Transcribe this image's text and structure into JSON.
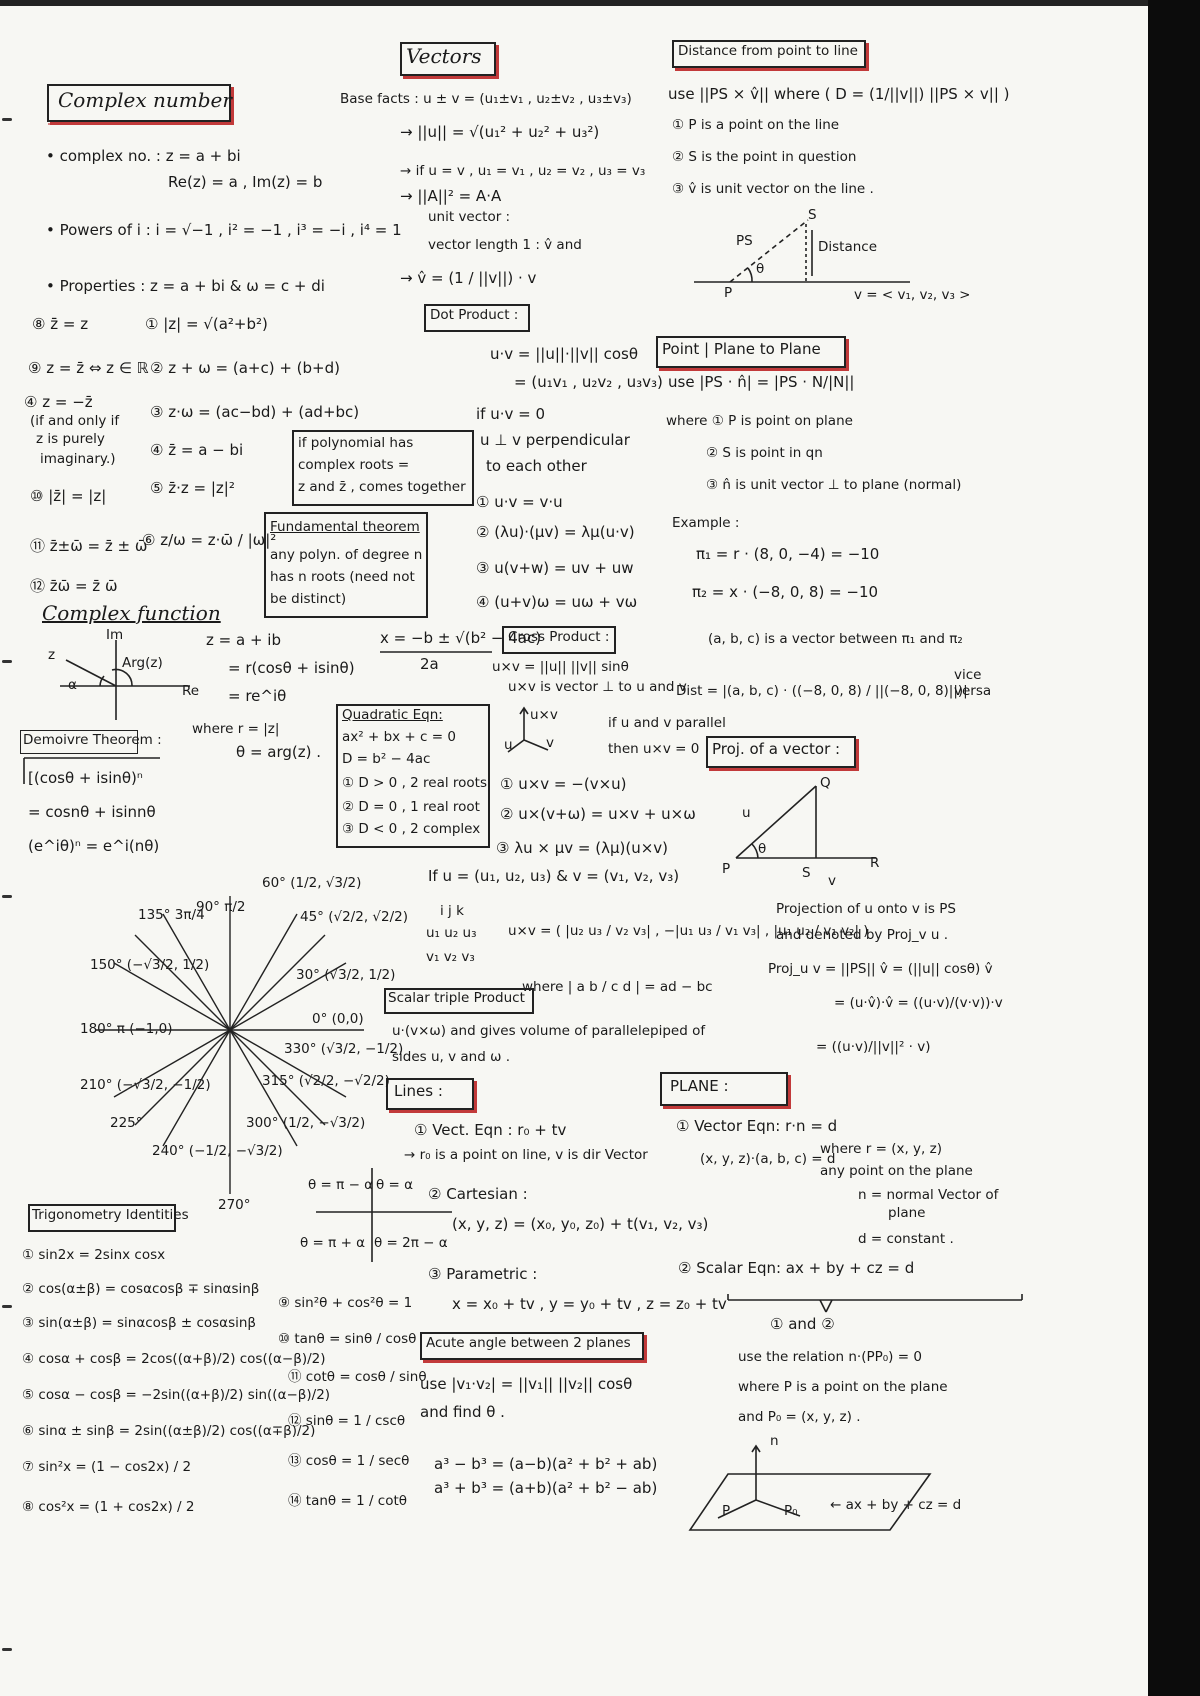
{
  "headings": {
    "complex": "Complex number",
    "vectors": "Vectors",
    "distance_line": "Distance from point to line",
    "dot": "Dot Product :",
    "point_plane": "Point | Plane to Plane",
    "complex_fn": "Complex function",
    "demoivre": "Demoivre Theorem :",
    "cross": "Cross Product :",
    "proj": "Proj. of a vector :",
    "quad": "Quadratic Eqn:",
    "fund": "Fundamental theorem",
    "scalar_triple": "Scalar triple Product",
    "lines": "Lines :",
    "plane": "PLANE :",
    "trig": "Trigonometry Identities",
    "acute": "Acute angle between 2 planes"
  },
  "complex": {
    "l1": "• complex no. : z = a + bi",
    "l2": "Re(z) = a , Im(z) = b",
    "l3": "• Powers of i : i = √−1 , i² = −1 , i³ = −i , i⁴ = 1",
    "l4": "• Properties : z = a + bi & ω = c + di",
    "p8": "⑧ z̄̄ = z",
    "p1": "① |z| = √(a²+b²)",
    "p9": "⑨ z = z̄ ⇔ z ∈ ℝ",
    "p2": "② z + ω = (a+c) + (b+d)",
    "p3": "③ z·ω = (ac−bd) + (ad+bc)",
    "p4": "④ z̄ = a − bi",
    "p5": "⑤ z̄·z = |z|²",
    "p6": "⑥ z/ω = z·ω̄ / |ω|²",
    "p7a": "④ z = −z̄",
    "p7b": "(if and only if",
    "p7c": "z is purely",
    "p7d": "imaginary.)",
    "p10": "⑩ |z̄| = |z|",
    "p11": "⑪ z̄±ω̄ = z̄ ± ω̄",
    "p12": "⑫ z̄ω̄ = z̄ ω̄"
  },
  "poly_box": {
    "l1": "if polynomial has",
    "l2": "complex roots =",
    "l3": "z and z̄ , comes together"
  },
  "fund_box": {
    "l1": "any polyn. of degree n",
    "l2": "has n roots (need not",
    "l3": "be distinct)"
  },
  "complex_fn": {
    "im": "Im",
    "re": "Re",
    "z": "z",
    "arg": "Arg(z)",
    "alpha": "α",
    "l1": "z = a + ib",
    "l2": "= r(cosθ + isinθ)",
    "l3": "= re^iθ",
    "l4": "where r = |z|",
    "l5": "θ = arg(z) ."
  },
  "quad_formula": {
    "num": "x = −b ± √(b² − 4ac)",
    "den": "2a"
  },
  "quad_box": {
    "l1": "ax² + bx + c = 0",
    "l2": "D = b² − 4ac",
    "l3": "① D > 0 , 2 real roots",
    "l4": "② D = 0 , 1 real root",
    "l5": "③ D < 0 , 2 complex"
  },
  "demoivre": {
    "l1": "[(cosθ + isinθ)ⁿ",
    "l2": "= cosnθ + isinnθ",
    "l3": "(e^iθ)ⁿ = e^i(nθ)"
  },
  "vectors": {
    "l1": "Base facts : u ± v = (u₁±v₁ , u₂±v₂ , u₃±v₃)",
    "l2": "→ ||u|| = √(u₁² + u₂² + u₃²)",
    "l3": "→ if u = v , u₁ = v₁ , u₂ = v₂ , u₃ = v₃",
    "l4": "→ ||A||² = A·A",
    "l5": "unit vector :",
    "l6": "vector length 1 : v̂ and",
    "l7": "→ v̂ = (1 / ||v||) · v"
  },
  "dot": {
    "l1": "u·v = ||u||·||v|| cosθ",
    "l2": "= (u₁v₁ , u₂v₂ , u₃v₃)",
    "l3": "if u·v = 0",
    "l4": "u ⊥ v perpendicular",
    "l5": "to each other",
    "r1": "① u·v = v·u",
    "r2": "② (λu)·(μv) = λμ(u·v)",
    "r3": "③ u(v+w) = uv + uw",
    "r4": "④ (u+v)ω = uω + vω"
  },
  "cross": {
    "l1": "u×v = ||u|| ||v|| sinθ",
    "l2": "u×v is vector ⊥ to u and v",
    "axis_uv": "u×v",
    "axis_u": "u",
    "axis_v": "v",
    "l3": "if u and v parallel",
    "l4": "then u×v = 0",
    "r1": "① u×v = −(v×u)",
    "r2": "② u×(v+ω) = u×v + u×ω",
    "r3": "③ λu × μv = (λμ)(u×v)",
    "l5": "If u = (u₁, u₂, u₃) & v = (v₁, v₂, v₃)",
    "m1": "i   j   k",
    "m2": "u₁ u₂ u₃",
    "m3": "v₁ v₂ v₃",
    "l6": "u×v = ( |u₂ u₃ / v₂ v₃| , −|u₁ u₃ / v₁ v₃| , |u₁ u₂ / v₁ v₂| )",
    "l7": "where | a b / c d | = ad − bc"
  },
  "scalar_triple": {
    "l1": "u·(v×ω) and gives volume of parallelepiped of",
    "l2": "sides u, v and ω ."
  },
  "lines": {
    "l1": "① Vect. Eqn : r₀ + tv",
    "l2": "→ r₀ is a point on line, v is dir Vector",
    "l3": "② Cartesian :",
    "l4": "(x, y, z) = (x₀, y₀, z₀) + t(v₁, v₂, v₃)",
    "l5": "③ Parametric :",
    "l6": "x = x₀ + tv , y = y₀ + tv , z = z₀ + tv"
  },
  "acute": {
    "l1": "use |v₁·v₂| = ||v₁|| ||v₂|| cosθ",
    "l2": "and find θ ."
  },
  "cubes": {
    "l1": "a³ − b³ = (a−b)(a² + b² + ab)",
    "l2": "a³ + b³ = (a+b)(a² + b² − ab)"
  },
  "distance_line": {
    "l1": "use ||PS × v̂|| where ( D = (1/||v||) ||PS × v|| )",
    "l2": "① P is a point on the line",
    "l3": "② S is the point in question",
    "l4": "③ v̂ is unit vector on the line .",
    "ps": "PS",
    "dist": "Distance",
    "p": "P",
    "s": "S",
    "theta": "θ",
    "v": "v = < v₁, v₂, v₃ >"
  },
  "point_plane": {
    "l1": "use |PS · n̂| = |PS · N/|N||",
    "l2": "where ① P is point on plane",
    "l3": "② S is point in qn",
    "l4": "③ n̂ is unit vector ⊥ to plane (normal)",
    "ex": "Example :",
    "e1": "π₁ = r · (8, 0, −4) = −10",
    "e2": "π₂ = x · (−8, 0, 8) = −10",
    "e3": "(a, b, c) is a vector between π₁ and π₂",
    "e4": "Dist = |(a, b, c) · ((−8, 0, 8) / ||(−8, 0, 8)||)|",
    "e5": "vice versa"
  },
  "proj": {
    "q": "Q",
    "u": "u",
    "p": "P",
    "s": "S",
    "r": "R",
    "v": "v",
    "theta": "θ",
    "l1": "Projection of u onto v is PS",
    "l2": "and denoted by Proj_v u .",
    "l3": "Proj_u v = ||PS|| v̂ = (||u|| cosθ) v̂",
    "l4": "= (u·v̂)·v̂ = ((u·v)/(v·v))·v",
    "l5": "= ((u·v)/||v||² · v)"
  },
  "plane": {
    "l1": "① Vector Eqn: r·n = d",
    "l2": "(x, y, z)·(a, b, c) = d",
    "l3": "where r = (x, y, z)",
    "l4": "any point on the plane",
    "l5": "n = normal Vector of",
    "l6": "plane",
    "l7": "d = constant .",
    "l8": "② Scalar Eqn: ax + by + cz = d",
    "l9": "① and ②",
    "l10": "use the relation n·(PP₀) = 0",
    "l11": "where P is a point on the plane",
    "l12": "and P₀ = (x, y, z) .",
    "n": "n",
    "p": "P",
    "p0": "P₀",
    "eq": "← ax + by + cz = d"
  },
  "unit_circle": [
    {
      "label": "0° (0,0)"
    },
    {
      "label": "30° (√3/2, 1/2)"
    },
    {
      "label": "45° (√2/2, √2/2)"
    },
    {
      "label": "60° (1/2, √3/2)"
    },
    {
      "label": "90° π/2"
    },
    {
      "label": "135° 3π/4"
    },
    {
      "label": "150° (−√3/2, 1/2)"
    },
    {
      "label": "180° π (−1,0)"
    },
    {
      "label": "210° (−√3/2, −1/2)"
    },
    {
      "label": "225°"
    },
    {
      "label": "240° (−1/2, −√3/2)"
    },
    {
      "label": "270°"
    },
    {
      "label": "300° (1/2, −√3/2)"
    },
    {
      "label": "315° (√2/2, −√2/2)"
    },
    {
      "label": "330° (√3/2, −1/2)"
    }
  ],
  "quadrants": {
    "q1": "θ = π − α",
    "q2": "θ = α",
    "q3": "θ = π + α",
    "q4": "θ = 2π − α"
  },
  "trig": {
    "t1": "① sin2x = 2sinx cosx",
    "t2": "② cos(α±β) = cosαcosβ ∓ sinαsinβ",
    "t3": "③ sin(α±β) = sinαcosβ ± cosαsinβ",
    "t4": "④ cosα + cosβ = 2cos((α+β)/2) cos((α−β)/2)",
    "t5": "⑤ cosα − cosβ = −2sin((α+β)/2) sin((α−β)/2)",
    "t6": "⑥ sinα ± sinβ = 2sin((α±β)/2) cos((α∓β)/2)",
    "t7": "⑦ sin²x = (1 − cos2x) / 2",
    "t8": "⑧ cos²x = (1 + cos2x) / 2",
    "t9": "⑨ sin²θ + cos²θ = 1",
    "t10": "⑩ tanθ = sinθ / cosθ",
    "t11": "⑪ cotθ = cosθ / sinθ",
    "t12": "⑫ sinθ = 1 / cscθ",
    "t13": "⑬ cosθ = 1 / secθ",
    "t14": "⑭ tanθ = 1 / cotθ"
  }
}
